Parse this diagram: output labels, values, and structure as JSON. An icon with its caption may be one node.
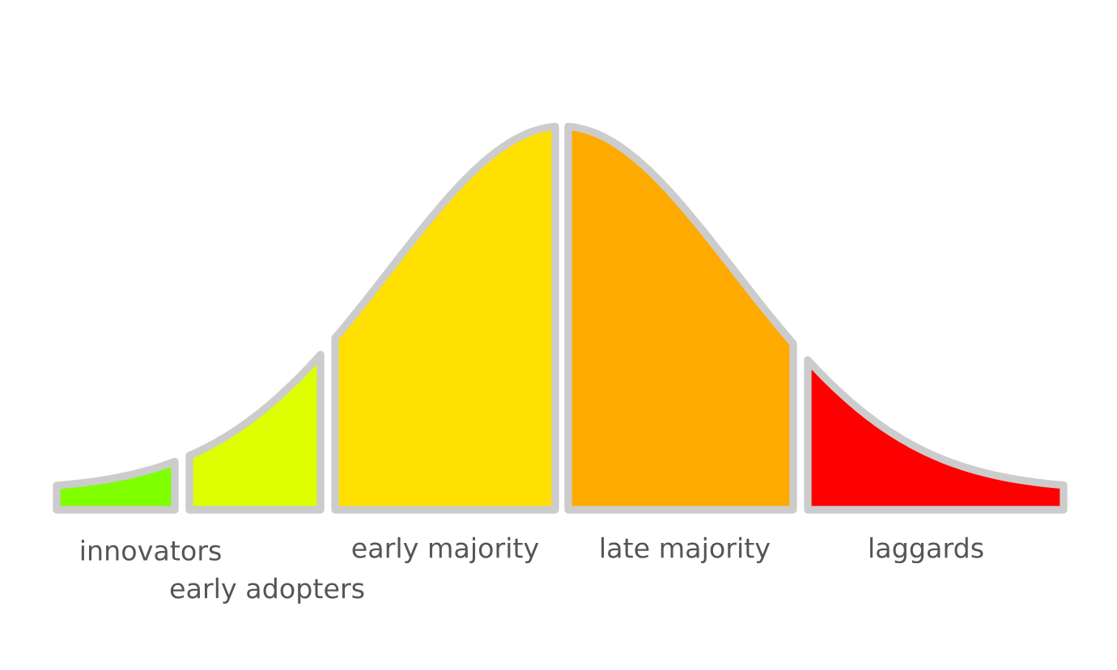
{
  "diagram": {
    "nodes": [
      {
        "text": [
          "innovators"
        ]
      },
      {
        "text": [
          "early adopters"
        ]
      },
      {
        "text": [
          "early majority"
        ]
      },
      {
        "text": [
          "late majority"
        ]
      },
      {
        "text": [
          "laggards"
        ]
      }
    ]
  }
}
